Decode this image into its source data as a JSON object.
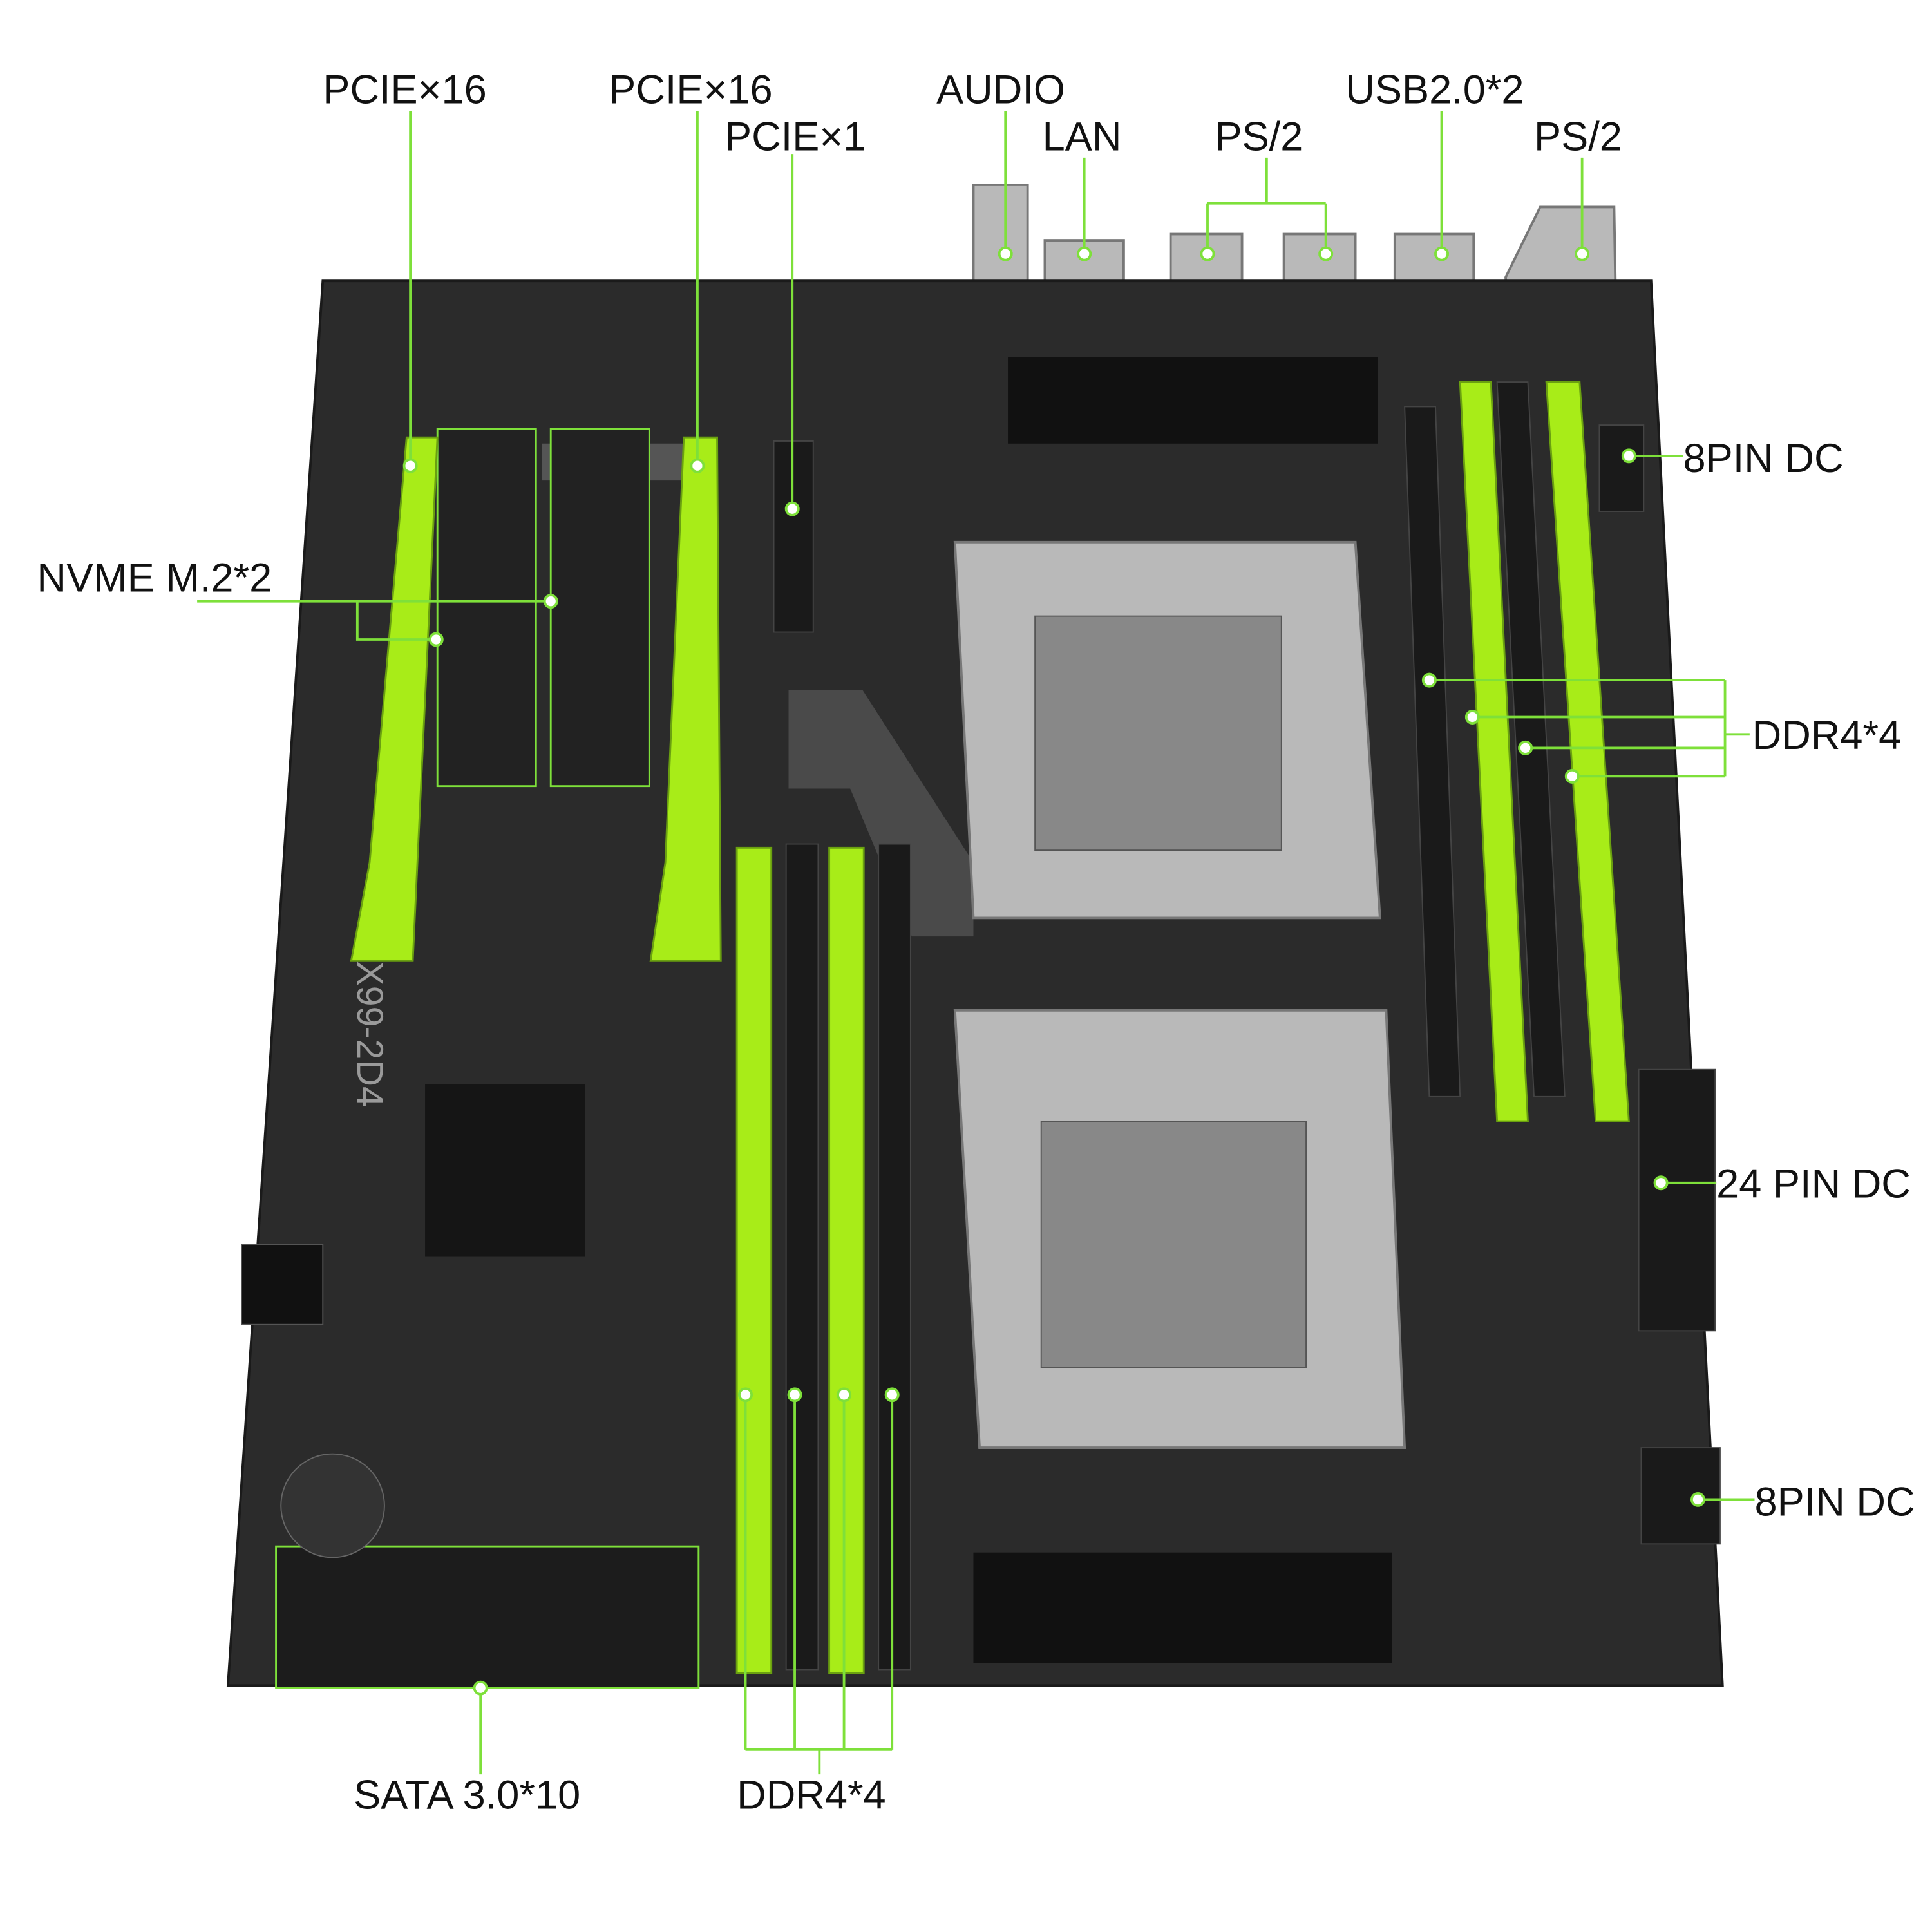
{
  "board": {
    "model_marking": "X99-2D4",
    "colors": {
      "pcb": "#2b2b2b",
      "accent": "#a8ec18",
      "callout": "#7ee03a"
    }
  },
  "labels": {
    "pcie16_a": "PCIE×16",
    "pcie16_b": "PCIE×16",
    "pcie1": "PCIE×1",
    "audio": "AUDIO",
    "lan": "LAN",
    "ps2_a": "PS/2",
    "usb": "USB2.0*2",
    "ps2_b": "PS/2",
    "pin8_top": "8PIN DC",
    "nvme": "NVME M.2*2",
    "ddr4_right": "DDR4*4",
    "pin24": "24 PIN DC",
    "pin8_bottom": "8PIN DC",
    "sata": "SATA 3.0*10",
    "ddr4_bottom": "DDR4*4"
  }
}
